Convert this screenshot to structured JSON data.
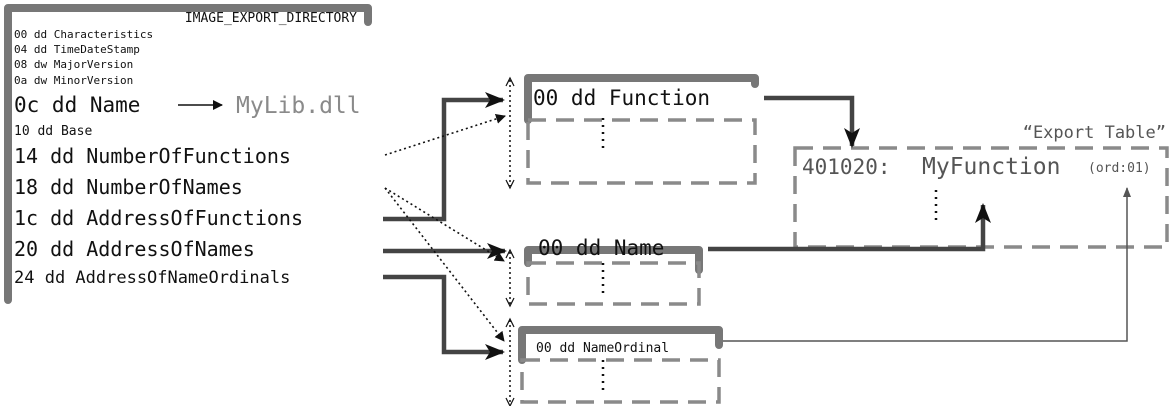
{
  "directory": {
    "title": "IMAGE_EXPORT_DIRECTORY",
    "fields": [
      {
        "text": "00 dd Characteristics"
      },
      {
        "text": "04 dd TimeDateStamp"
      },
      {
        "text": "08 dw MajorVersion"
      },
      {
        "text": "0a dw MinorVersion"
      },
      {
        "text": "0c dd Name"
      },
      {
        "text": "10 dd Base"
      },
      {
        "text": "14 dd NumberOfFunctions"
      },
      {
        "text": "18 dd NumberOfNames"
      },
      {
        "text": "1c dd AddressOfFunctions"
      },
      {
        "text": "20 dd AddressOfNames"
      },
      {
        "text": "24 dd AddressOfNameOrdinals"
      }
    ]
  },
  "dll_name": "MyLib.dll",
  "arrays": {
    "functions": {
      "label": "00 dd Function"
    },
    "names": {
      "label": "00 dd Name"
    },
    "ordinals": {
      "label": "00 dd NameOrdinal"
    }
  },
  "export_table": {
    "caption": "“Export Table”",
    "entry_address": "401020:",
    "entry_name": "MyFunction",
    "entry_ordinal": "(ord:01)"
  },
  "colors": {
    "bracket": "#777777",
    "dashed": "#8a8a8a",
    "arrow": "#444444",
    "text": "#111111",
    "muted": "#8a8a8a"
  }
}
